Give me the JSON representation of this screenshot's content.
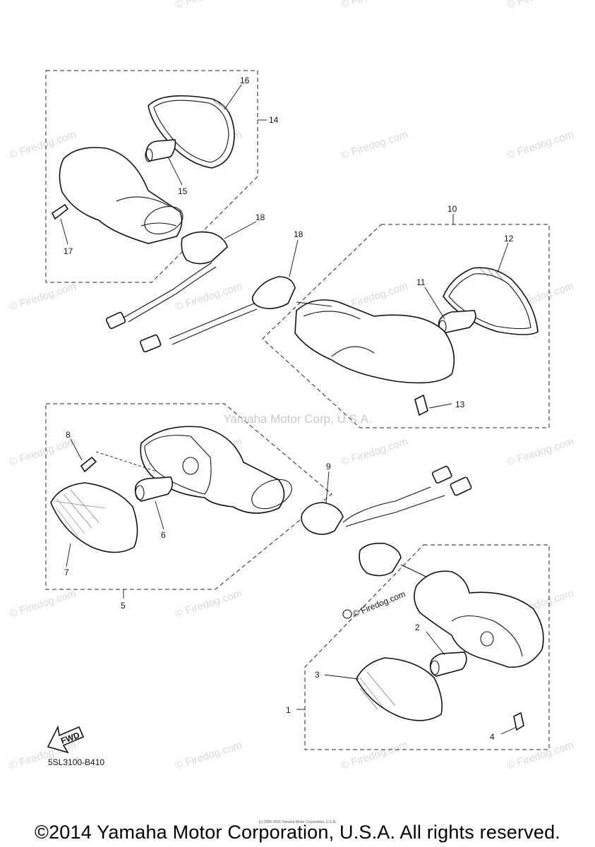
{
  "watermark": "© Firedog.com",
  "center_watermark": "Yamaha Motor Corp, U.S.A.",
  "stamp": "© Firedog.com",
  "fwd_label": "FWD",
  "diagram_code": "5SL3100-B410",
  "tiny_copyright": "(c) 2005-2015 Yamaha Motor Corporation, U.S.A.",
  "copyright": "©2014 Yamaha Motor Corporation, U.S.A. All rights reserved.",
  "callouts": [
    "1",
    "2",
    "3",
    "4",
    "5",
    "6",
    "7",
    "8",
    "9",
    "10",
    "11",
    "12",
    "13",
    "14",
    "15",
    "16",
    "17",
    "18"
  ]
}
